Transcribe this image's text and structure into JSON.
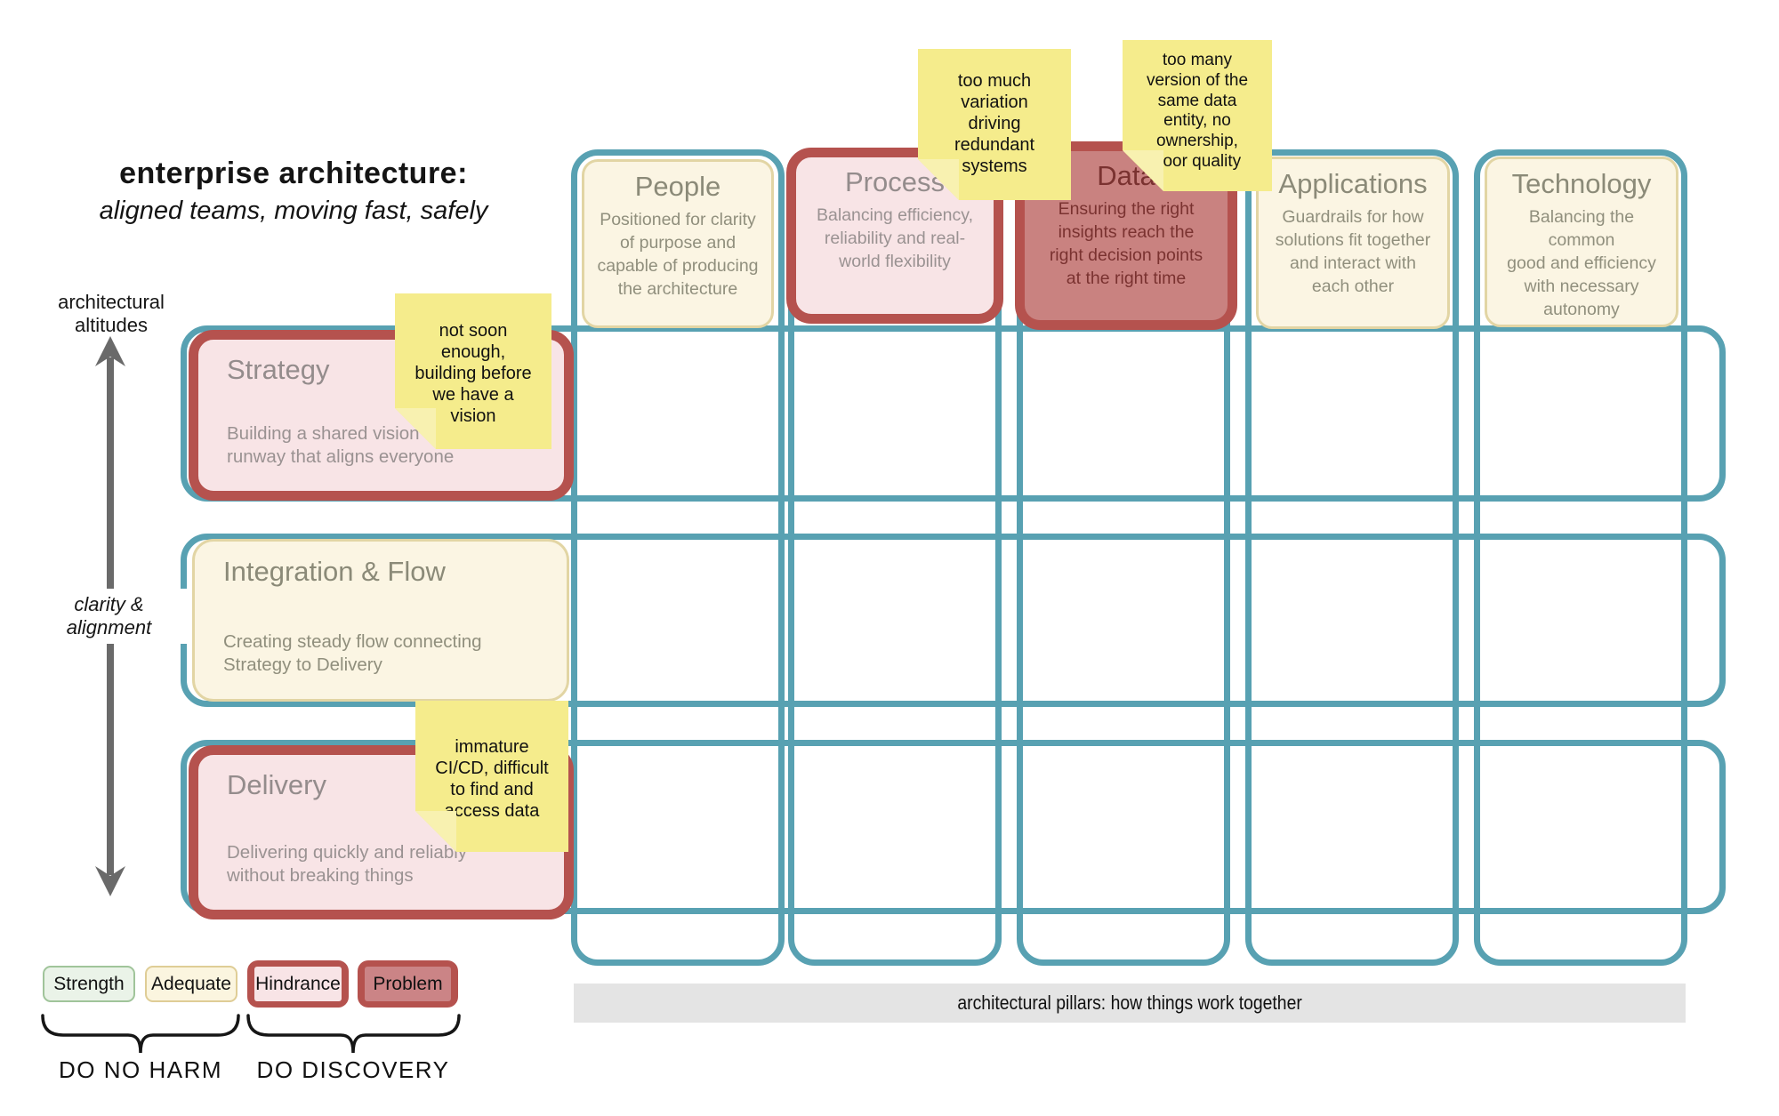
{
  "title": {
    "line1": "enterprise architecture:",
    "line2": "aligned teams, moving fast, safely"
  },
  "axis": {
    "top": "architectural\naltitudes",
    "mid": "clarity &\nalignment"
  },
  "columns": [
    {
      "title": "People",
      "desc": "Positioned for clarity\nof purpose and\ncapable of producing\nthe architecture",
      "status": "adequate"
    },
    {
      "title": "Process",
      "desc": "Balancing efficiency,\nreliability and real-\nworld flexibility",
      "status": "hindrance"
    },
    {
      "title": "Data",
      "desc": "Ensuring the right\ninsights reach the\nright decision points\nat the right time",
      "status": "problem"
    },
    {
      "title": "Applications",
      "desc": "Guardrails for how\nsolutions fit together\nand interact with\neach other",
      "status": "adequate"
    },
    {
      "title": "Technology",
      "desc": "Balancing the common\ngood and efficiency\nwith necessary\nautonomy",
      "status": "adequate"
    }
  ],
  "rows": [
    {
      "title": "Strategy",
      "desc": "Building a shared vision\nrunway that aligns everyone",
      "status": "hindrance"
    },
    {
      "title": "Integration & Flow",
      "desc": "Creating steady flow connecting\nStrategy to Delivery",
      "status": "adequate"
    },
    {
      "title": "Delivery",
      "desc": "Delivering quickly and reliably\nwithout breaking things",
      "status": "hindrance"
    }
  ],
  "stickies": [
    {
      "text": "too much\nvariation\ndriving\nredundant\nsystems"
    },
    {
      "text": "too many\nversion of the\nsame data\nentity, no\nownership,\npoor quality"
    },
    {
      "text": "not soon\nenough,\nbuilding before\nwe have a\nvision"
    },
    {
      "text": "immature\nCI/CD, difficult\nto find and\naccess data"
    }
  ],
  "legend": {
    "items": [
      {
        "label": "Strength",
        "status": "strength"
      },
      {
        "label": "Adequate",
        "status": "adequate"
      },
      {
        "label": "Hindrance",
        "status": "hindrance"
      },
      {
        "label": "Problem",
        "status": "problem"
      }
    ],
    "groups": [
      {
        "label": "DO NO HARM"
      },
      {
        "label": "DO DISCOVERY"
      }
    ]
  },
  "footer": {
    "bar_label": "architectural pillars: how things work together"
  },
  "colors": {
    "teal_grid": "#58A1B2",
    "red_border": "#B5524E",
    "hindrance_fill": "#F8E4E6",
    "problem_fill": "#C98280",
    "cream_fill": "#FBF5E3",
    "cream_border": "#E2D5A4",
    "strength_fill": "#EAF3E8",
    "strength_border": "#A0C49A",
    "sticky_yellow": "#F5EC8C",
    "sticky_fold": "#F8F1B0",
    "footer_bar": "#E4E4E4",
    "arrow_gray": "#6A6A6A"
  }
}
